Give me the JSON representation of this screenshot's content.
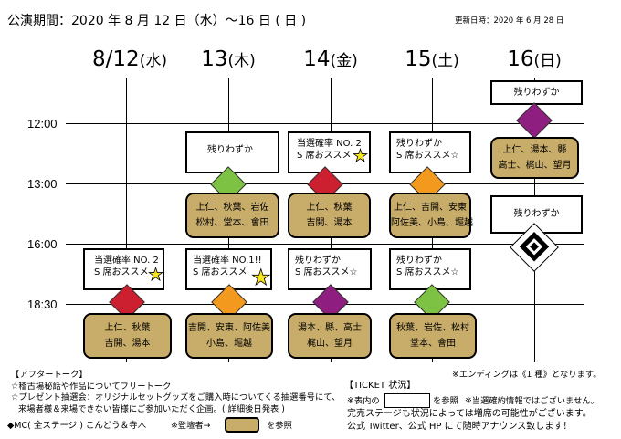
{
  "header": {
    "title": "公演期間：2020 年 8 月 12 日（水）～16 日 ( 日 )",
    "updated": "更新日時：2020 年 6 月 28 日"
  },
  "days": [
    {
      "num": "8/12",
      "dow": "(水)"
    },
    {
      "num": "13",
      "dow": "(木)"
    },
    {
      "num": "14",
      "dow": "(金)"
    },
    {
      "num": "15",
      "dow": "(土)"
    },
    {
      "num": "16",
      "dow": "(日)"
    }
  ],
  "times": [
    "12:00",
    "13:00",
    "16:00",
    "18:30"
  ],
  "status": {
    "few_left": "残りわずか",
    "rate_no2": "当選確率 NO. 2",
    "rate_no1": "当選確率 NO.1!!",
    "s_recommend": "S 席おススメ",
    "star": "☆"
  },
  "casts": {
    "d13_1300": [
      "上仁、秋葉、岩佐",
      "松村、堂本、會田"
    ],
    "d14_1300": [
      "上仁、秋葉",
      "吉開、湯本"
    ],
    "d15_1300": [
      "上仁、吉開、安東",
      "阿佐美、小島、堀越"
    ],
    "d16_1200": [
      "上仁、湯本、縣",
      "高士、梶山、望月"
    ],
    "d12_1830": [
      "上仁、秋葉",
      "吉開、湯本"
    ],
    "d13_1830": [
      "吉開、安東、阿佐美",
      "小島、堀越"
    ],
    "d14_1830": [
      "湯本、縣、高士",
      "梶山、望月"
    ],
    "d15_1830": [
      "秋葉、岩佐、松村",
      "堂本、會田"
    ]
  },
  "colors": {
    "green": "#7dc242",
    "red": "#cc1f2f",
    "orange": "#f39a1e",
    "purple": "#8e1f80",
    "gold": "#c8ac6a",
    "star": "#f6e61e"
  },
  "footer": {
    "after_talk_title": "【アフタートーク】",
    "after_talk_1": "☆稽古場秘話や作品についてフリートーク",
    "after_talk_2": "☆プレゼント抽選会：オリジナルセットグッズをご購入時についてくる抽選番号にて、",
    "after_talk_3": "来場者様＆来場できない皆様にご参加いただく企画。( 詳細後日発表 )",
    "mc": "◆MC( 全ステージ ) こんどう＆寺木",
    "performers_note": "※登壇者→",
    "see": "を参照",
    "ending": "※エンディングは《1 種》となります。",
    "ticket_title": "【TICKET 状況】",
    "ticket_1a": "※表内の",
    "ticket_1b": "を参照",
    "ticket_1c": "※当選確約情報ではございません。",
    "ticket_2": "完売ステージも状況によっては増席の可能性がございます。",
    "ticket_3": "公式 Twitter、公式 HP にて随時アナウンス致します！"
  }
}
